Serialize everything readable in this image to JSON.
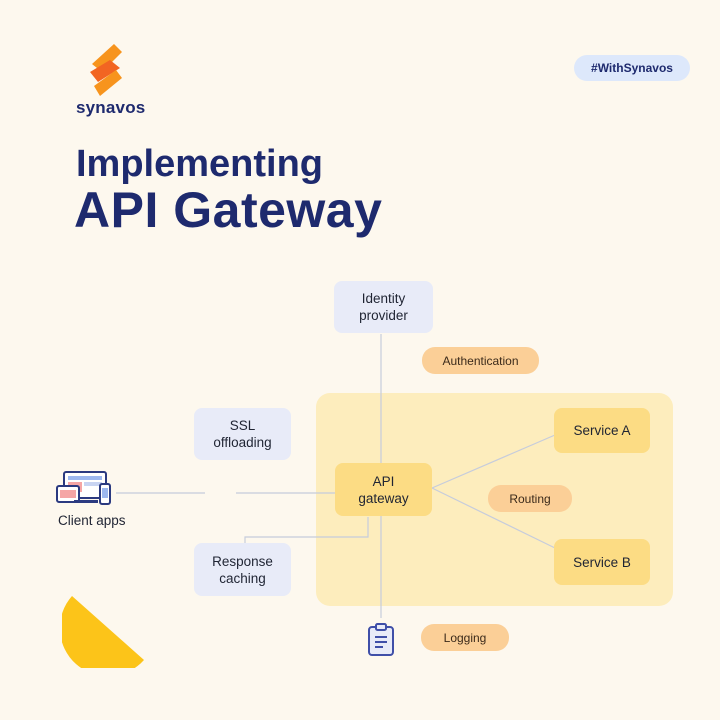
{
  "brand": {
    "name": "synavos"
  },
  "hashtag": "#WithSynavos",
  "title": {
    "line1": "Implementing",
    "line2": "API Gateway"
  },
  "diagram": {
    "nodes": {
      "identity_provider": "Identity\nprovider",
      "ssl_offloading": "SSL\noffloading",
      "api_gateway": "API\ngateway",
      "response_caching": "Response\ncaching",
      "service_a": "Service A",
      "service_b": "Service B",
      "client_apps": "Client apps"
    },
    "tags": {
      "authentication": "Authentication",
      "routing": "Routing",
      "logging": "Logging"
    },
    "icons": {
      "client": "devices-icon",
      "logging": "clipboard-icon",
      "logo": "synavos-logo-icon",
      "decor": "half-circle-decoration"
    }
  },
  "colors": {
    "navy": "#1e2a6e",
    "gold_box": "#fcdc84",
    "zone": "#fdedbd",
    "lavender_box": "#e8ebf8",
    "orange_pill": "#fbcf97",
    "background": "#fdf8ee"
  }
}
